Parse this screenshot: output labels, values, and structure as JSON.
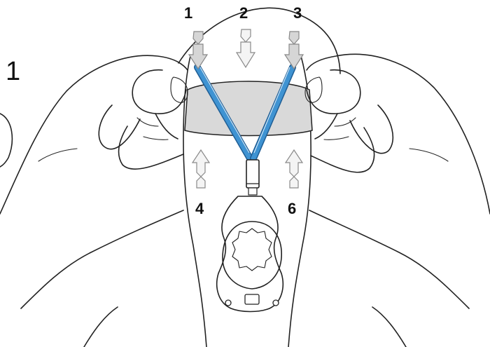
{
  "figure": {
    "step_number": "1",
    "arrow_labels": {
      "a1": "1",
      "a2": "2",
      "a3": "3",
      "a4": "4",
      "a6": "6"
    },
    "colors": {
      "strap": "#3f93d2",
      "strap_dark": "#1f5e95",
      "band": "#d9d9d9",
      "outline": "#222222",
      "arrow_dark": "#d6d6d6",
      "arrow_light": "#f4f4f4"
    }
  }
}
